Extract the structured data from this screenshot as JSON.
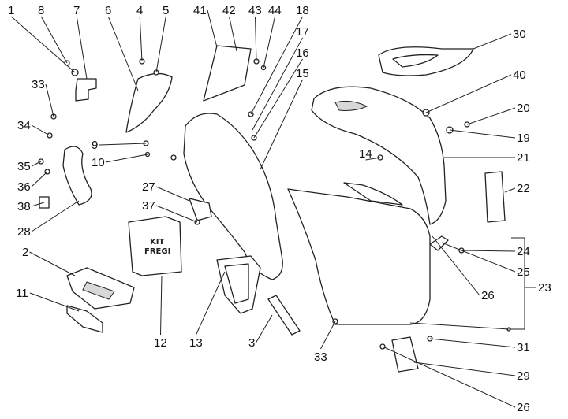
{
  "diagram": {
    "callouts": [
      "1",
      "8",
      "7",
      "6",
      "4",
      "5",
      "41",
      "42",
      "43",
      "44",
      "18",
      "17",
      "16",
      "15",
      "30",
      "40",
      "20",
      "19",
      "21",
      "22",
      "14",
      "24",
      "25",
      "23",
      "26",
      "33",
      "34",
      "35",
      "36",
      "38",
      "28",
      "9",
      "10",
      "27",
      "37",
      "2",
      "11",
      "12",
      "13",
      "3",
      "33",
      "31",
      "29",
      "26"
    ],
    "part_12_lettering": [
      "KIT",
      "FREGI"
    ]
  }
}
